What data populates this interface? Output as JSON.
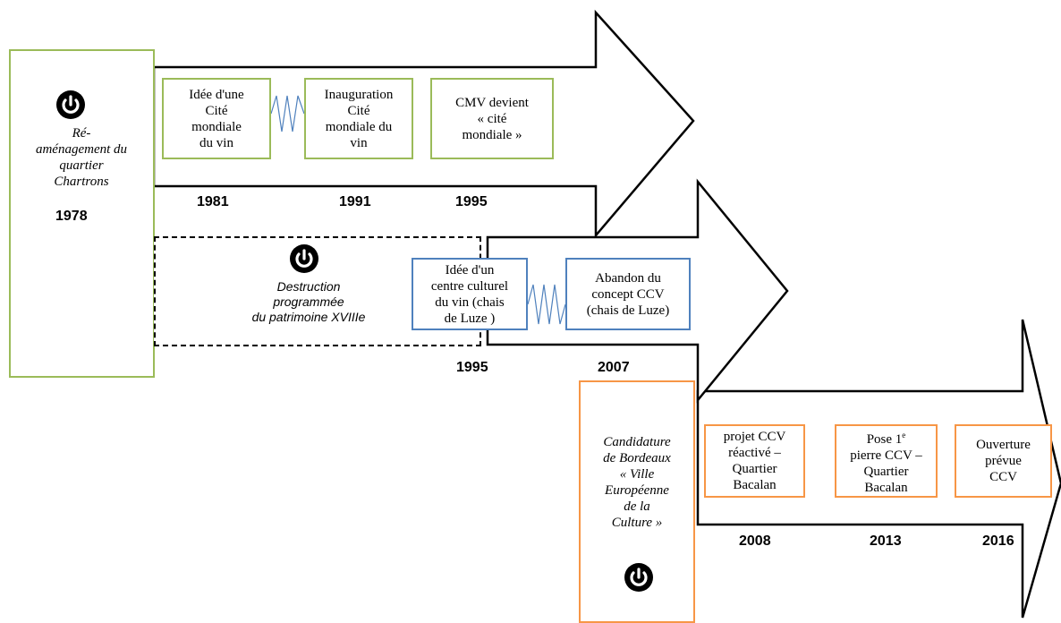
{
  "phase1": {
    "start_label": "Ré-\naménagement du\nquartier\nChartrons",
    "start_year": "1978",
    "events": [
      {
        "label": "Idée d'une\nCité\nmondiale\ndu vin",
        "year": "1981"
      },
      {
        "label": "Inauguration\nCité\nmondiale du\nvin",
        "year": "1991"
      },
      {
        "label": "CMV devient\n« cité\nmondiale »",
        "year": "1995"
      }
    ]
  },
  "phase2": {
    "start_label": "Destruction\nprogrammée\ndu patrimoine XVIIIe",
    "events": [
      {
        "label": "Idée d'un\ncentre culturel\ndu vin (chais\nde Luze )",
        "year": "1995"
      },
      {
        "label": "Abandon du\nconcept CCV\n(chais de Luze)",
        "year": "2007"
      }
    ]
  },
  "phase3": {
    "start_label": "Candidature\nde Bordeaux\n« Ville\nEuropéenne\nde la\nCulture »",
    "events": [
      {
        "label": "projet CCV\nréactivé –\nQuartier\nBacalan",
        "year": "2008"
      },
      {
        "label_pre": "Pose 1",
        "label_sup": "e",
        "label_post": "\npierre CCV –\nQuartier\nBacalan",
        "year": "2013"
      },
      {
        "label": "Ouverture\nprévue\nCCV",
        "year": "2016"
      }
    ]
  },
  "colors": {
    "green": "#9bbb59",
    "blue": "#4f81bd",
    "orange": "#f79646"
  },
  "icons": [
    "power-icon",
    "zigzag-connector"
  ]
}
